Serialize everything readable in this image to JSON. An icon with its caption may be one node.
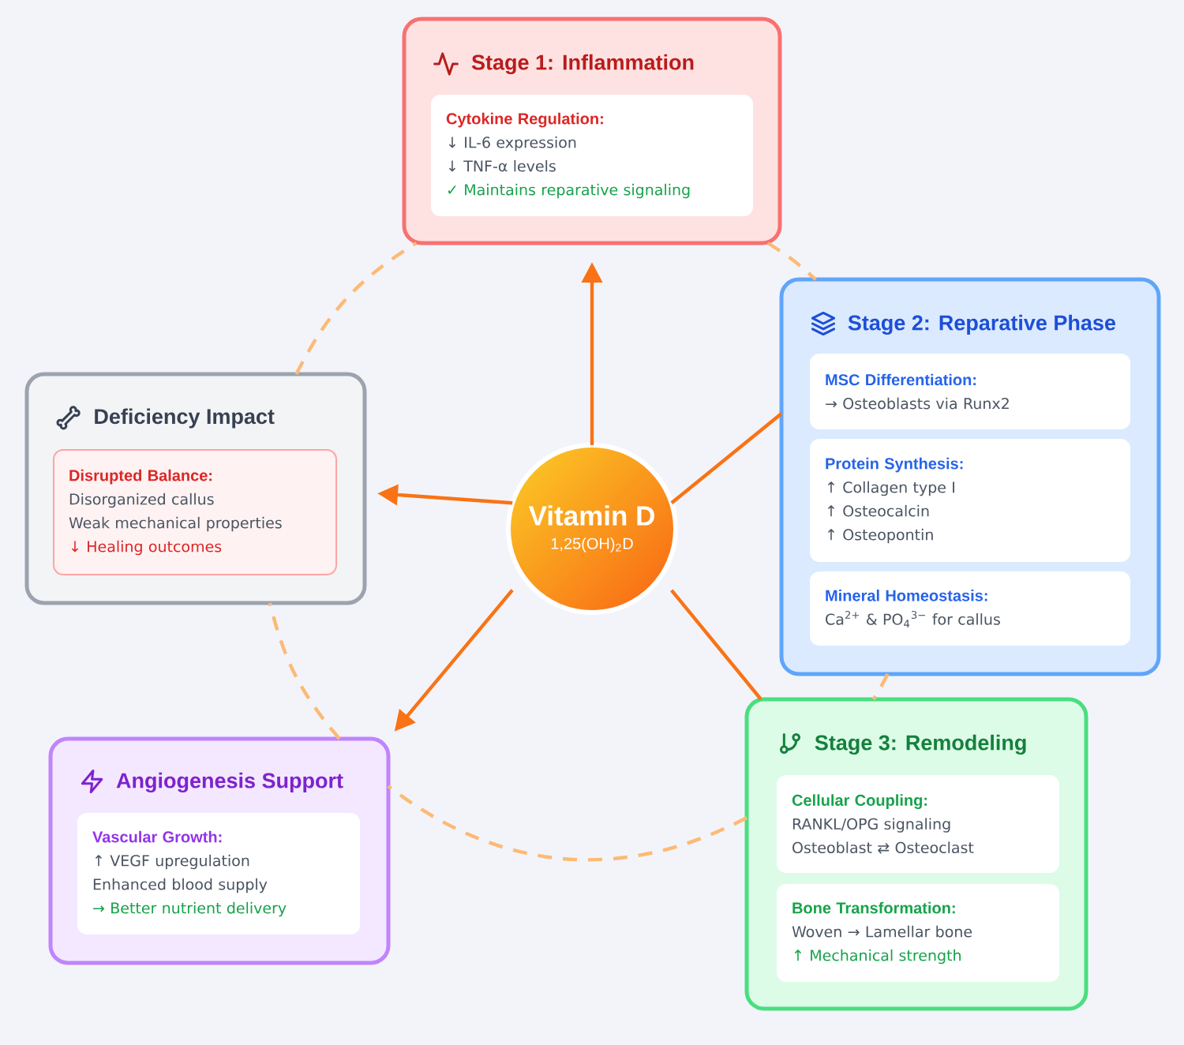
{
  "diagram": {
    "nodes": [
      {
        "text": [
          "Stage 1: Inflammation"
        ]
      },
      {
        "text": [
          "Cytokine Regulation:",
          "↓ IL-6 expression",
          "↓ TNF-α levels",
          "✓ Maintains reparative signaling"
        ],
        "in": 0
      },
      {
        "text": [
          "Stage 2: Reparative Phase"
        ]
      },
      {
        "text": [
          "MSC Differentiation:",
          "→ Osteoblasts via Runx2"
        ],
        "in": 2
      },
      {
        "text": [
          "Protein Synthesis:",
          "↑ Collagen type I",
          "↑ Osteocalcin",
          "↑ Osteopontin"
        ],
        "in": 2
      },
      {
        "text": [
          "Mineral Homeostasis:",
          "Ca$^{2+}$ & PO$_{4}$$^{3−}$ for callus"
        ],
        "in": 2
      },
      {
        "text": [
          "Deficiency Impact"
        ]
      },
      {
        "text": [
          "Disrupted Balance:",
          "Disorganized callus",
          "Weak mechanical properties",
          "↓ Healing outcomes"
        ],
        "in": 6
      },
      {
        "text": [
          "Vitamin D",
          "1,25(OH)$_{2}$D"
        ]
      },
      {
        "text": [
          "Stage 3: Remodeling"
        ]
      },
      {
        "text": [
          "Cellular Coupling:",
          "RANKL/OPG signaling",
          "Osteoblast ⇄ Osteoclast"
        ],
        "in": 9
      },
      {
        "text": [
          "Bone Transformation:",
          "Woven → Lamellar bone",
          "↑ Mechanical strength"
        ],
        "in": 9
      },
      {
        "text": [
          "Angiogenesis Support"
        ]
      },
      {
        "text": [
          "Vascular Growth:",
          "↑ VEGF upregulation",
          "Enhanced blood supply",
          "→ Better nutrient delivery"
        ],
        "in": 12
      }
    ],
    "edges": [
      {
        "from": 8,
        "to": 0,
        "arrow": "to"
      },
      {
        "from": 8,
        "to": 2,
        "arrow": "none"
      },
      {
        "from": 8,
        "to": 6,
        "arrow": "to"
      },
      {
        "from": 8,
        "to": 9,
        "arrow": "none"
      },
      {
        "from": 8,
        "to": 12,
        "arrow": "to"
      },
      {
        "from": 0,
        "to": 2,
        "arrow": "none",
        "style": "dashed",
        "color": "#fdba74"
      },
      {
        "from": 2,
        "to": 9,
        "arrow": "none",
        "style": "dashed",
        "color": "#fdba74"
      },
      {
        "from": 9,
        "to": 12,
        "arrow": "none",
        "style": "dashed",
        "color": "#fdba74"
      },
      {
        "from": 12,
        "to": 6,
        "arrow": "none",
        "style": "dashed",
        "color": "#fdba74"
      },
      {
        "from": 6,
        "to": 0,
        "arrow": "none",
        "style": "dashed",
        "color": "#fdba74"
      }
    ]
  }
}
